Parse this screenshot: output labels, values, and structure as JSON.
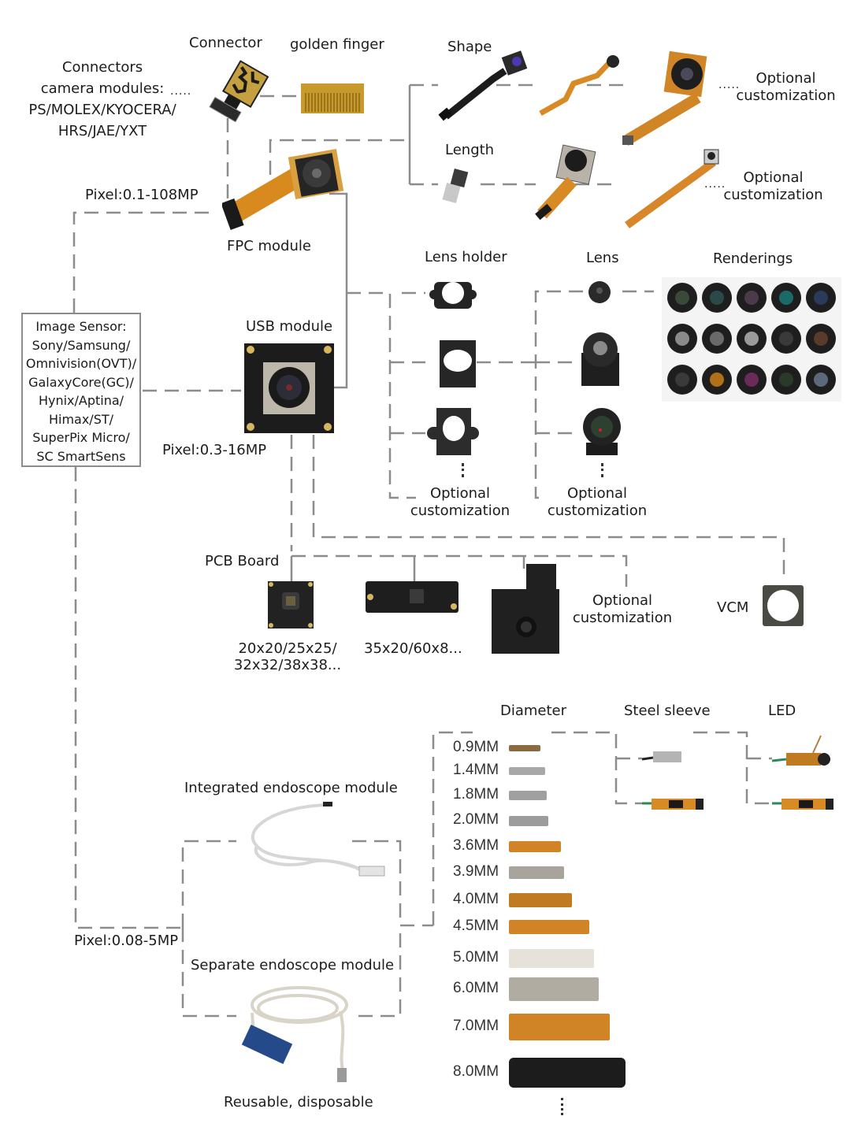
{
  "diagram": {
    "sensor": {
      "title": "Image Sensor:",
      "lines": [
        "Sony/Samsung/",
        "Omnivision(OVT)/",
        "GalaxyCore(GC)/",
        "Hynix/Aptina/",
        "Himax/ST/",
        "SuperPix Micro/",
        "SC SmartSens"
      ]
    },
    "connectors": {
      "title": "Connectors",
      "lines": [
        "camera modules:",
        "PS/MOLEX/KYOCERA/",
        "HRS/JAE/YXT"
      ],
      "ellipsis": "....."
    },
    "top_parts": {
      "connector": "Connector",
      "golden_finger": "golden finger",
      "shape": "Shape",
      "length": "Length",
      "optional_1": "Optional",
      "customization_1": "customization",
      "optional_2": "Optional",
      "customization_2": "customization",
      "ellipsis": "....."
    },
    "fpc": {
      "label": "FPC module",
      "pixel": "Pixel:0.1-108MP"
    },
    "usb": {
      "label": "USB module",
      "pixel": "Pixel:0.3-16MP"
    },
    "lens_section": {
      "lens_holder": "Lens holder",
      "lens": "Lens",
      "renderings": "Renderings",
      "optional_a": "Optional",
      "customization_a": "customization",
      "optional_b": "Optional",
      "customization_b": "customization"
    },
    "pcb": {
      "label": "PCB Board",
      "sizes_1a": "20x20/25x25/",
      "sizes_1b": "32x32/38x38...",
      "sizes_2": "35x20/60x8...",
      "optional": "Optional",
      "customization": "customization"
    },
    "vcm": {
      "label": "VCM"
    },
    "endoscope": {
      "integrated": "Integrated endoscope module",
      "separate": "Separate endoscope module",
      "reusable": "Reusable, disposable",
      "pixel": "Pixel:0.08-5MP",
      "diameter_title": "Diameter",
      "steel_sleeve_title": "Steel sleeve",
      "led_title": "LED",
      "diameters": [
        "0.9MM",
        "1.4MM",
        "1.8MM",
        "2.0MM",
        "3.6MM",
        "3.9MM",
        "4.0MM",
        "4.5MM",
        "5.0MM",
        "6.0MM",
        "7.0MM",
        "8.0MM"
      ]
    },
    "colors": {
      "line": "#8c8c8c",
      "fpc_orange": "#d9891e",
      "pcb_black": "#1e1e1e",
      "steel": "#a9a9a9"
    }
  }
}
